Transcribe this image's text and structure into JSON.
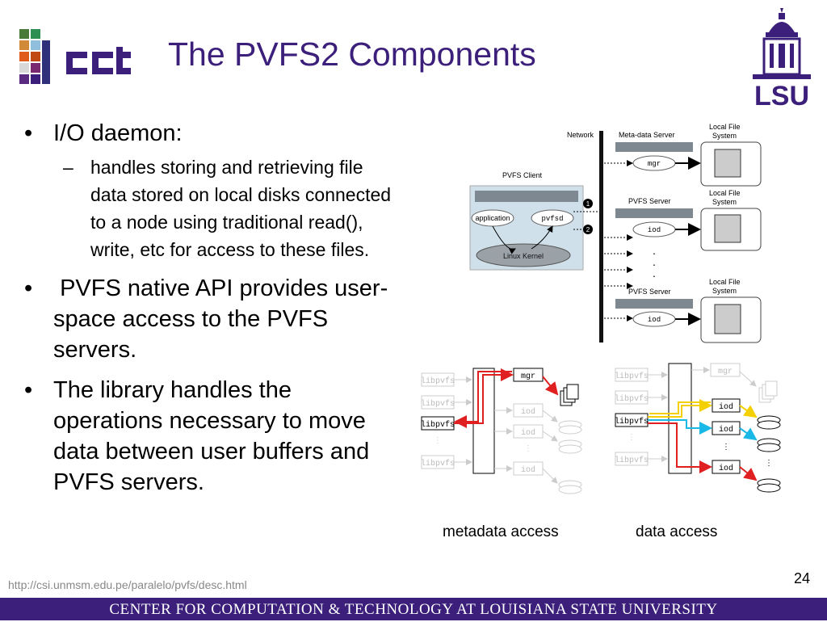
{
  "header": {
    "title": "The PVFS2 Components",
    "logo_left": "cct",
    "logo_right": "LSU"
  },
  "bullets": [
    {
      "text": "I/O daemon:",
      "sub": [
        "handles storing and retrieving file data stored on local disks connected to a node using traditional read(), write, etc for access to these files."
      ]
    },
    {
      "text": " PVFS native API provides user-space access to the PVFS servers.",
      "sub": []
    },
    {
      "text": "The library handles the operations necessary to move data between user buffers and PVFS servers.",
      "sub": []
    }
  ],
  "diagram_top": {
    "network": "Network",
    "pvfs_client": "PVFS Client",
    "application": "application",
    "pvfsd": "pvfsd",
    "linux_kernel": "Linux Kernel",
    "metadata_server": "Meta-data Server",
    "pvfs_server_1": "PVFS Server",
    "pvfs_server_2": "PVFS Server",
    "local_fs_1": "Local File System",
    "local_fs_2": "Local File System",
    "local_fs_3": "Local File System",
    "mgr": "mgr",
    "iod_1": "iod",
    "iod_2": "iod",
    "marker_1": "1",
    "marker_2": "2"
  },
  "diagram_metadata": {
    "libpvfs": [
      "libpvfs",
      "libpvfs",
      "libpvfs",
      "libpvfs"
    ],
    "mgr": "mgr",
    "iod": [
      "iod",
      "iod",
      "iod"
    ],
    "caption": "metadata access"
  },
  "diagram_data": {
    "libpvfs": [
      "libpvfs",
      "libpvfs",
      "libpvfs",
      "libpvfs"
    ],
    "mgr": "mgr",
    "iod": [
      "iod",
      "iod",
      "iod"
    ],
    "caption": "data access"
  },
  "footer": {
    "source": "http://csi.unmsm.edu.pe/paralelo/pvfs/desc.html",
    "page_number": "24",
    "org": "CENTER FOR COMPUTATION & TECHNOLOGY AT LOUISIANA STATE UNIVERSITY"
  },
  "colors": {
    "purple": "#3b1f7a",
    "red": "#e02020",
    "yellow": "#f5d000",
    "cyan": "#19b8e6"
  }
}
